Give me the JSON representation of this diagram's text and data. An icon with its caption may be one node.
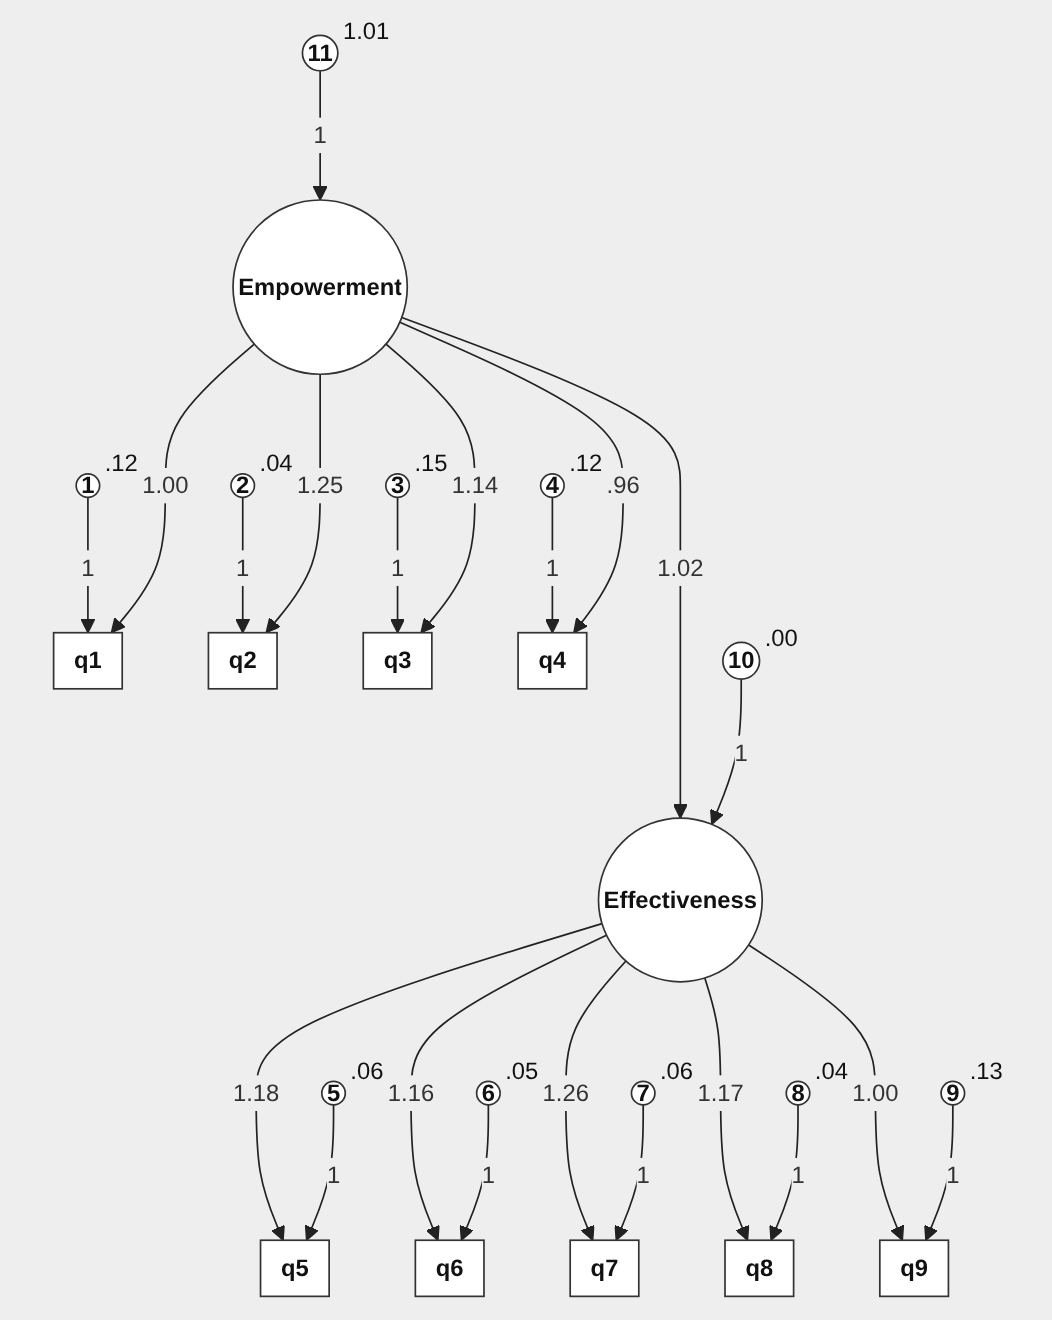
{
  "diagram": {
    "nodes": [
      {
        "text": [
          "1"
        ],
        "beside": [
          ".12"
        ]
      },
      {
        "text": [
          "q1"
        ]
      },
      {
        "text": [
          "2"
        ],
        "beside": [
          ".04"
        ]
      },
      {
        "text": [
          "q2"
        ]
      },
      {
        "text": [
          "3"
        ],
        "beside": [
          ".15"
        ]
      },
      {
        "text": [
          "q3"
        ]
      },
      {
        "text": [
          "4"
        ],
        "beside": [
          ".12"
        ]
      },
      {
        "text": [
          "q4"
        ]
      },
      {
        "text": [
          "Empowerment"
        ]
      },
      {
        "text": [
          "11"
        ],
        "beside": [
          "1.01"
        ]
      },
      {
        "text": [
          "10"
        ],
        "beside": [
          ".00"
        ]
      },
      {
        "text": [
          "Effectiveness"
        ]
      },
      {
        "text": [
          "q5"
        ]
      },
      {
        "text": [
          "5"
        ],
        "beside": [
          ".06"
        ]
      },
      {
        "text": [
          "q6"
        ]
      },
      {
        "text": [
          "6"
        ],
        "beside": [
          ".05"
        ]
      },
      {
        "text": [
          "q7"
        ]
      },
      {
        "text": [
          "7"
        ],
        "beside": [
          ".06"
        ]
      },
      {
        "text": [
          "q8"
        ]
      },
      {
        "text": [
          "8"
        ],
        "beside": [
          ".04"
        ]
      },
      {
        "text": [
          "q9"
        ]
      },
      {
        "text": [
          "9"
        ],
        "beside": [
          ".13"
        ]
      }
    ],
    "edges": [
      {
        "from": 0,
        "to": 1,
        "arrow": "to",
        "label": "1"
      },
      {
        "from": 2,
        "to": 3,
        "arrow": "to",
        "label": "1"
      },
      {
        "from": 4,
        "to": 5,
        "arrow": "to",
        "label": "1"
      },
      {
        "from": 6,
        "to": 7,
        "arrow": "to",
        "label": "1"
      },
      {
        "from": 8,
        "to": 1,
        "arrow": "to",
        "label": "1.00"
      },
      {
        "from": 8,
        "to": 3,
        "arrow": "to",
        "label": "1.25"
      },
      {
        "from": 8,
        "to": 5,
        "arrow": "to",
        "label": "1.14"
      },
      {
        "from": 8,
        "to": 7,
        "arrow": "to",
        "label": ".96"
      },
      {
        "from": 9,
        "to": 8,
        "arrow": "to",
        "label": "1"
      },
      {
        "from": 8,
        "to": 11,
        "arrow": "to",
        "label": "1.02"
      },
      {
        "from": 10,
        "to": 11,
        "arrow": "to",
        "label": "1"
      },
      {
        "from": 11,
        "to": 12,
        "arrow": "to",
        "label": "1.18"
      },
      {
        "from": 11,
        "to": 14,
        "arrow": "to",
        "label": "1.16"
      },
      {
        "from": 11,
        "to": 16,
        "arrow": "to",
        "label": "1.26"
      },
      {
        "from": 11,
        "to": 18,
        "arrow": "to",
        "label": "1.17"
      },
      {
        "from": 11,
        "to": 20,
        "arrow": "to",
        "label": "1.00"
      },
      {
        "from": 13,
        "to": 12,
        "arrow": "to",
        "label": "1"
      },
      {
        "from": 15,
        "to": 14,
        "arrow": "to",
        "label": "1"
      },
      {
        "from": 17,
        "to": 16,
        "arrow": "to",
        "label": "1"
      },
      {
        "from": 19,
        "to": 18,
        "arrow": "to",
        "label": "1"
      },
      {
        "from": 21,
        "to": 20,
        "arrow": "to",
        "label": "1"
      }
    ]
  }
}
